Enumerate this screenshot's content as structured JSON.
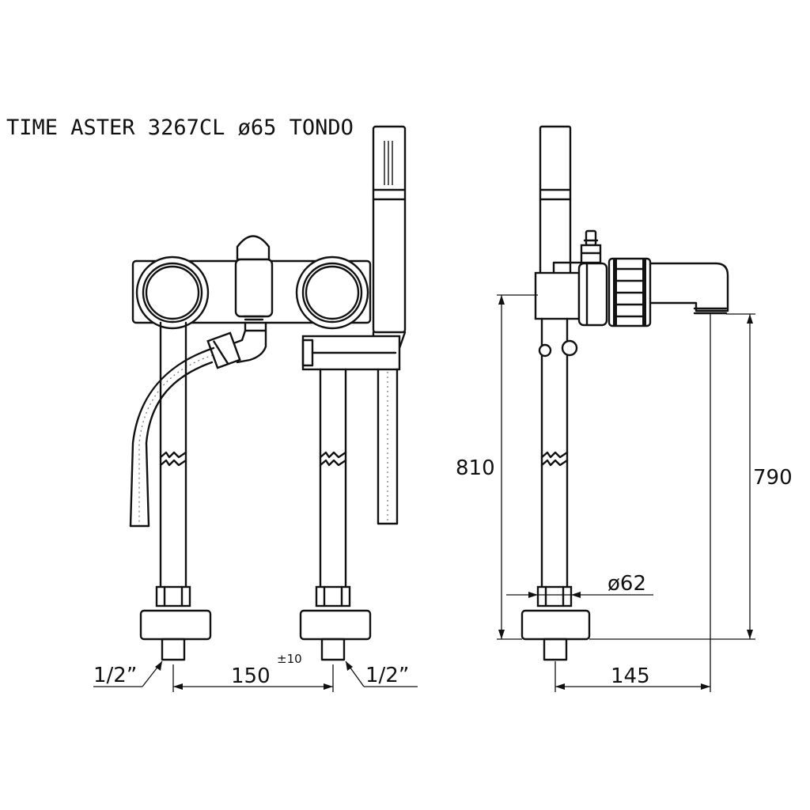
{
  "drawing": {
    "title": "TIME ASTER 3267CL ø65 TONDO",
    "dimensions": {
      "thread_left": "1/2”",
      "thread_right": "1/2”",
      "spacing": "150",
      "spacing_tolerance": "±10",
      "total_height": "810",
      "spout_height": "790",
      "base_diameter": "ø62",
      "projection": "145"
    },
    "colors": {
      "line": "#111111",
      "background": "#ffffff"
    }
  }
}
